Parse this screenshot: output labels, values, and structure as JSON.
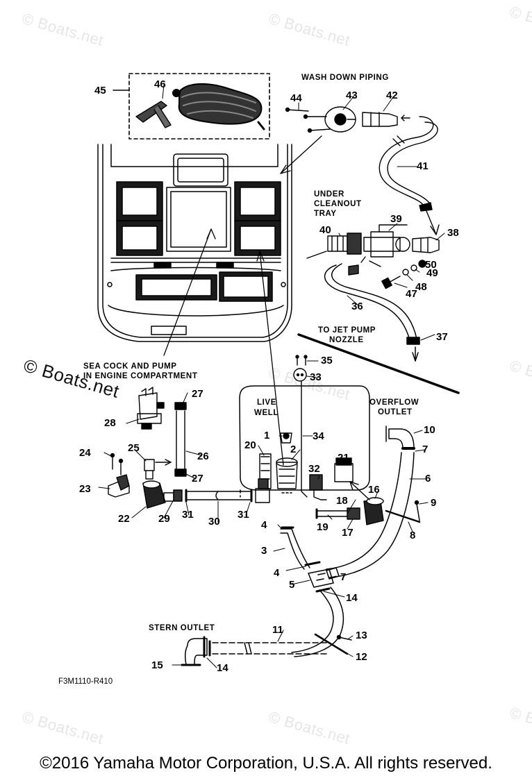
{
  "diagram": {
    "code": "F3M1110-R410",
    "labels": {
      "wash_down": "WASH DOWN PIPING",
      "under_tray_1": "UNDER",
      "under_tray_2": "CLEANOUT",
      "under_tray_3": "TRAY",
      "jet_pump_1": "TO JET PUMP",
      "jet_pump_2": "NOZZLE",
      "sea_cock_1": "SEA COCK AND PUMP",
      "sea_cock_2": "IN ENGINE COMPARTMENT",
      "live_well_1": "LIVE",
      "live_well_2": "WELL",
      "overflow_1": "OVERFLOW",
      "overflow_2": "OUTLET",
      "stern_outlet": "STERN OUTLET"
    },
    "parts": [
      "1",
      "2",
      "3",
      "4",
      "5",
      "6",
      "7",
      "8",
      "9",
      "10",
      "11",
      "12",
      "13",
      "14",
      "15",
      "16",
      "17",
      "18",
      "19",
      "20",
      "21",
      "22",
      "23",
      "24",
      "25",
      "26",
      "27",
      "28",
      "29",
      "30",
      "31",
      "32",
      "33",
      "34",
      "35",
      "36",
      "37",
      "38",
      "39",
      "40",
      "41",
      "42",
      "43",
      "44",
      "45",
      "46",
      "47",
      "48",
      "49",
      "50"
    ]
  },
  "watermark": {
    "text": "© Boats.net"
  },
  "footer": {
    "copyright": "©2016 Yamaha Motor Corporation, U.S.A. All rights reserved."
  }
}
